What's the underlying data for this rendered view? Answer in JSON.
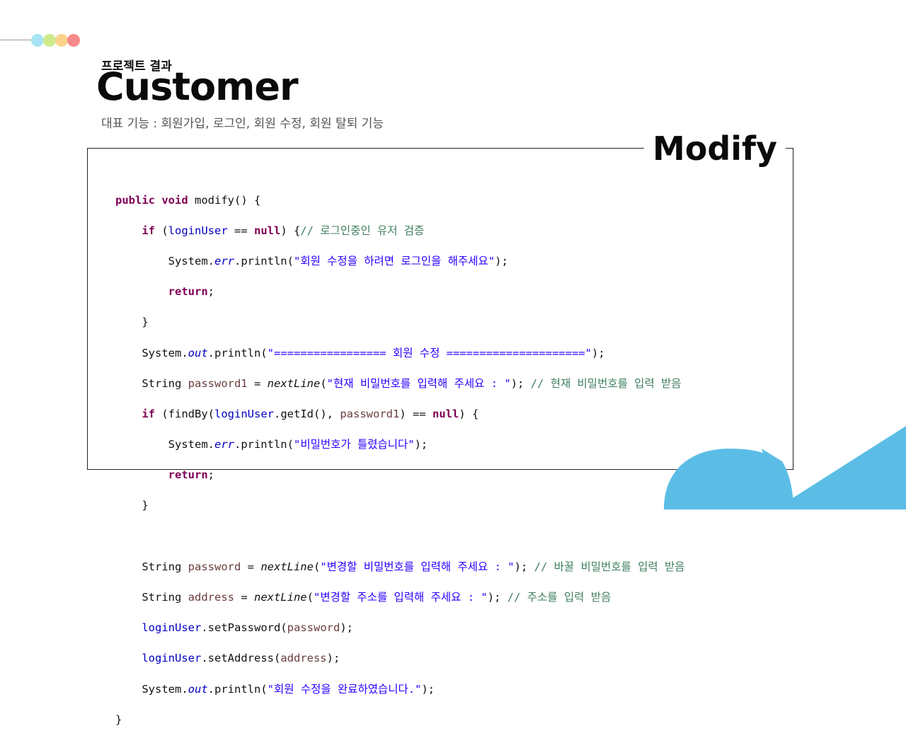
{
  "header": {
    "section_label": "프로젝트 결과",
    "title": "Customer",
    "description": "대표 기능 : 회원가입, 로그인, 회원 수정, 회원 탈퇴 기능"
  },
  "panel": {
    "label": "Modify"
  },
  "code": {
    "l1": {
      "a": "public",
      "b": " ",
      "c": "void",
      "d": " modify() {"
    },
    "l2": {
      "a": "    ",
      "b": "if",
      "c": " (",
      "d": "loginUser",
      "e": " == ",
      "f": "null",
      "g": ") {",
      "h": "// 로그인중인 유저 검증"
    },
    "l3": {
      "a": "        System.",
      "b": "err",
      "c": ".println(",
      "d": "\"회원 수정을 하려면 로그인을 해주세요\"",
      "e": ");"
    },
    "l4": {
      "a": "        ",
      "b": "return",
      "c": ";"
    },
    "l5": {
      "a": "    }"
    },
    "l6": {
      "a": "    System.",
      "b": "out",
      "c": ".println(",
      "d": "\"================= 회원 수정 =====================\"",
      "e": ");"
    },
    "l7": {
      "a": "    String ",
      "b": "password1",
      "c": " = ",
      "d": "nextLine",
      "e": "(",
      "f": "\"현재 비밀번호를 입력해 주세요 : \"",
      "g": "); ",
      "h": "// 현재 비밀번호를 입력 받음"
    },
    "l8": {
      "a": "    ",
      "b": "if",
      "c": " (findBy(",
      "d": "loginUser",
      "e": ".getId(), ",
      "f": "password1",
      "g": ") == ",
      "h": "null",
      "i": ") {"
    },
    "l9": {
      "a": "        System.",
      "b": "err",
      "c": ".println(",
      "d": "\"비밀번호가 틀렸습니다\"",
      "e": ");"
    },
    "l10": {
      "a": "        ",
      "b": "return",
      "c": ";"
    },
    "l11": {
      "a": "    }"
    },
    "l13": {
      "a": "    String ",
      "b": "password",
      "c": " = ",
      "d": "nextLine",
      "e": "(",
      "f": "\"변경할 비밀번호를 입력해 주세요 : \"",
      "g": "); ",
      "h": "// 바꿀 비밀번호를 입력 받음"
    },
    "l14": {
      "a": "    String ",
      "b": "address",
      "c": " = ",
      "d": "nextLine",
      "e": "(",
      "f": "\"변경할 주소를 입력해 주세요 : \"",
      "g": "); ",
      "h": "// 주소를 입력 받음"
    },
    "l15": {
      "a": "    ",
      "b": "loginUser",
      "c": ".setPassword(",
      "d": "password",
      "e": ");"
    },
    "l16": {
      "a": "    ",
      "b": "loginUser",
      "c": ".setAddress(",
      "d": "address",
      "e": ");"
    },
    "l17": {
      "a": "    System.",
      "b": "out",
      "c": ".println(",
      "d": "\"회원 수정을 완료하였습니다.\"",
      "e": ");"
    },
    "l18": {
      "a": "}"
    }
  },
  "colors": {
    "dot1": "#a8e4f5",
    "dot2": "#cdeb8b",
    "dot3": "#fcd38c",
    "dot4": "#f7898a",
    "accent_shape": "#5bbde6"
  }
}
